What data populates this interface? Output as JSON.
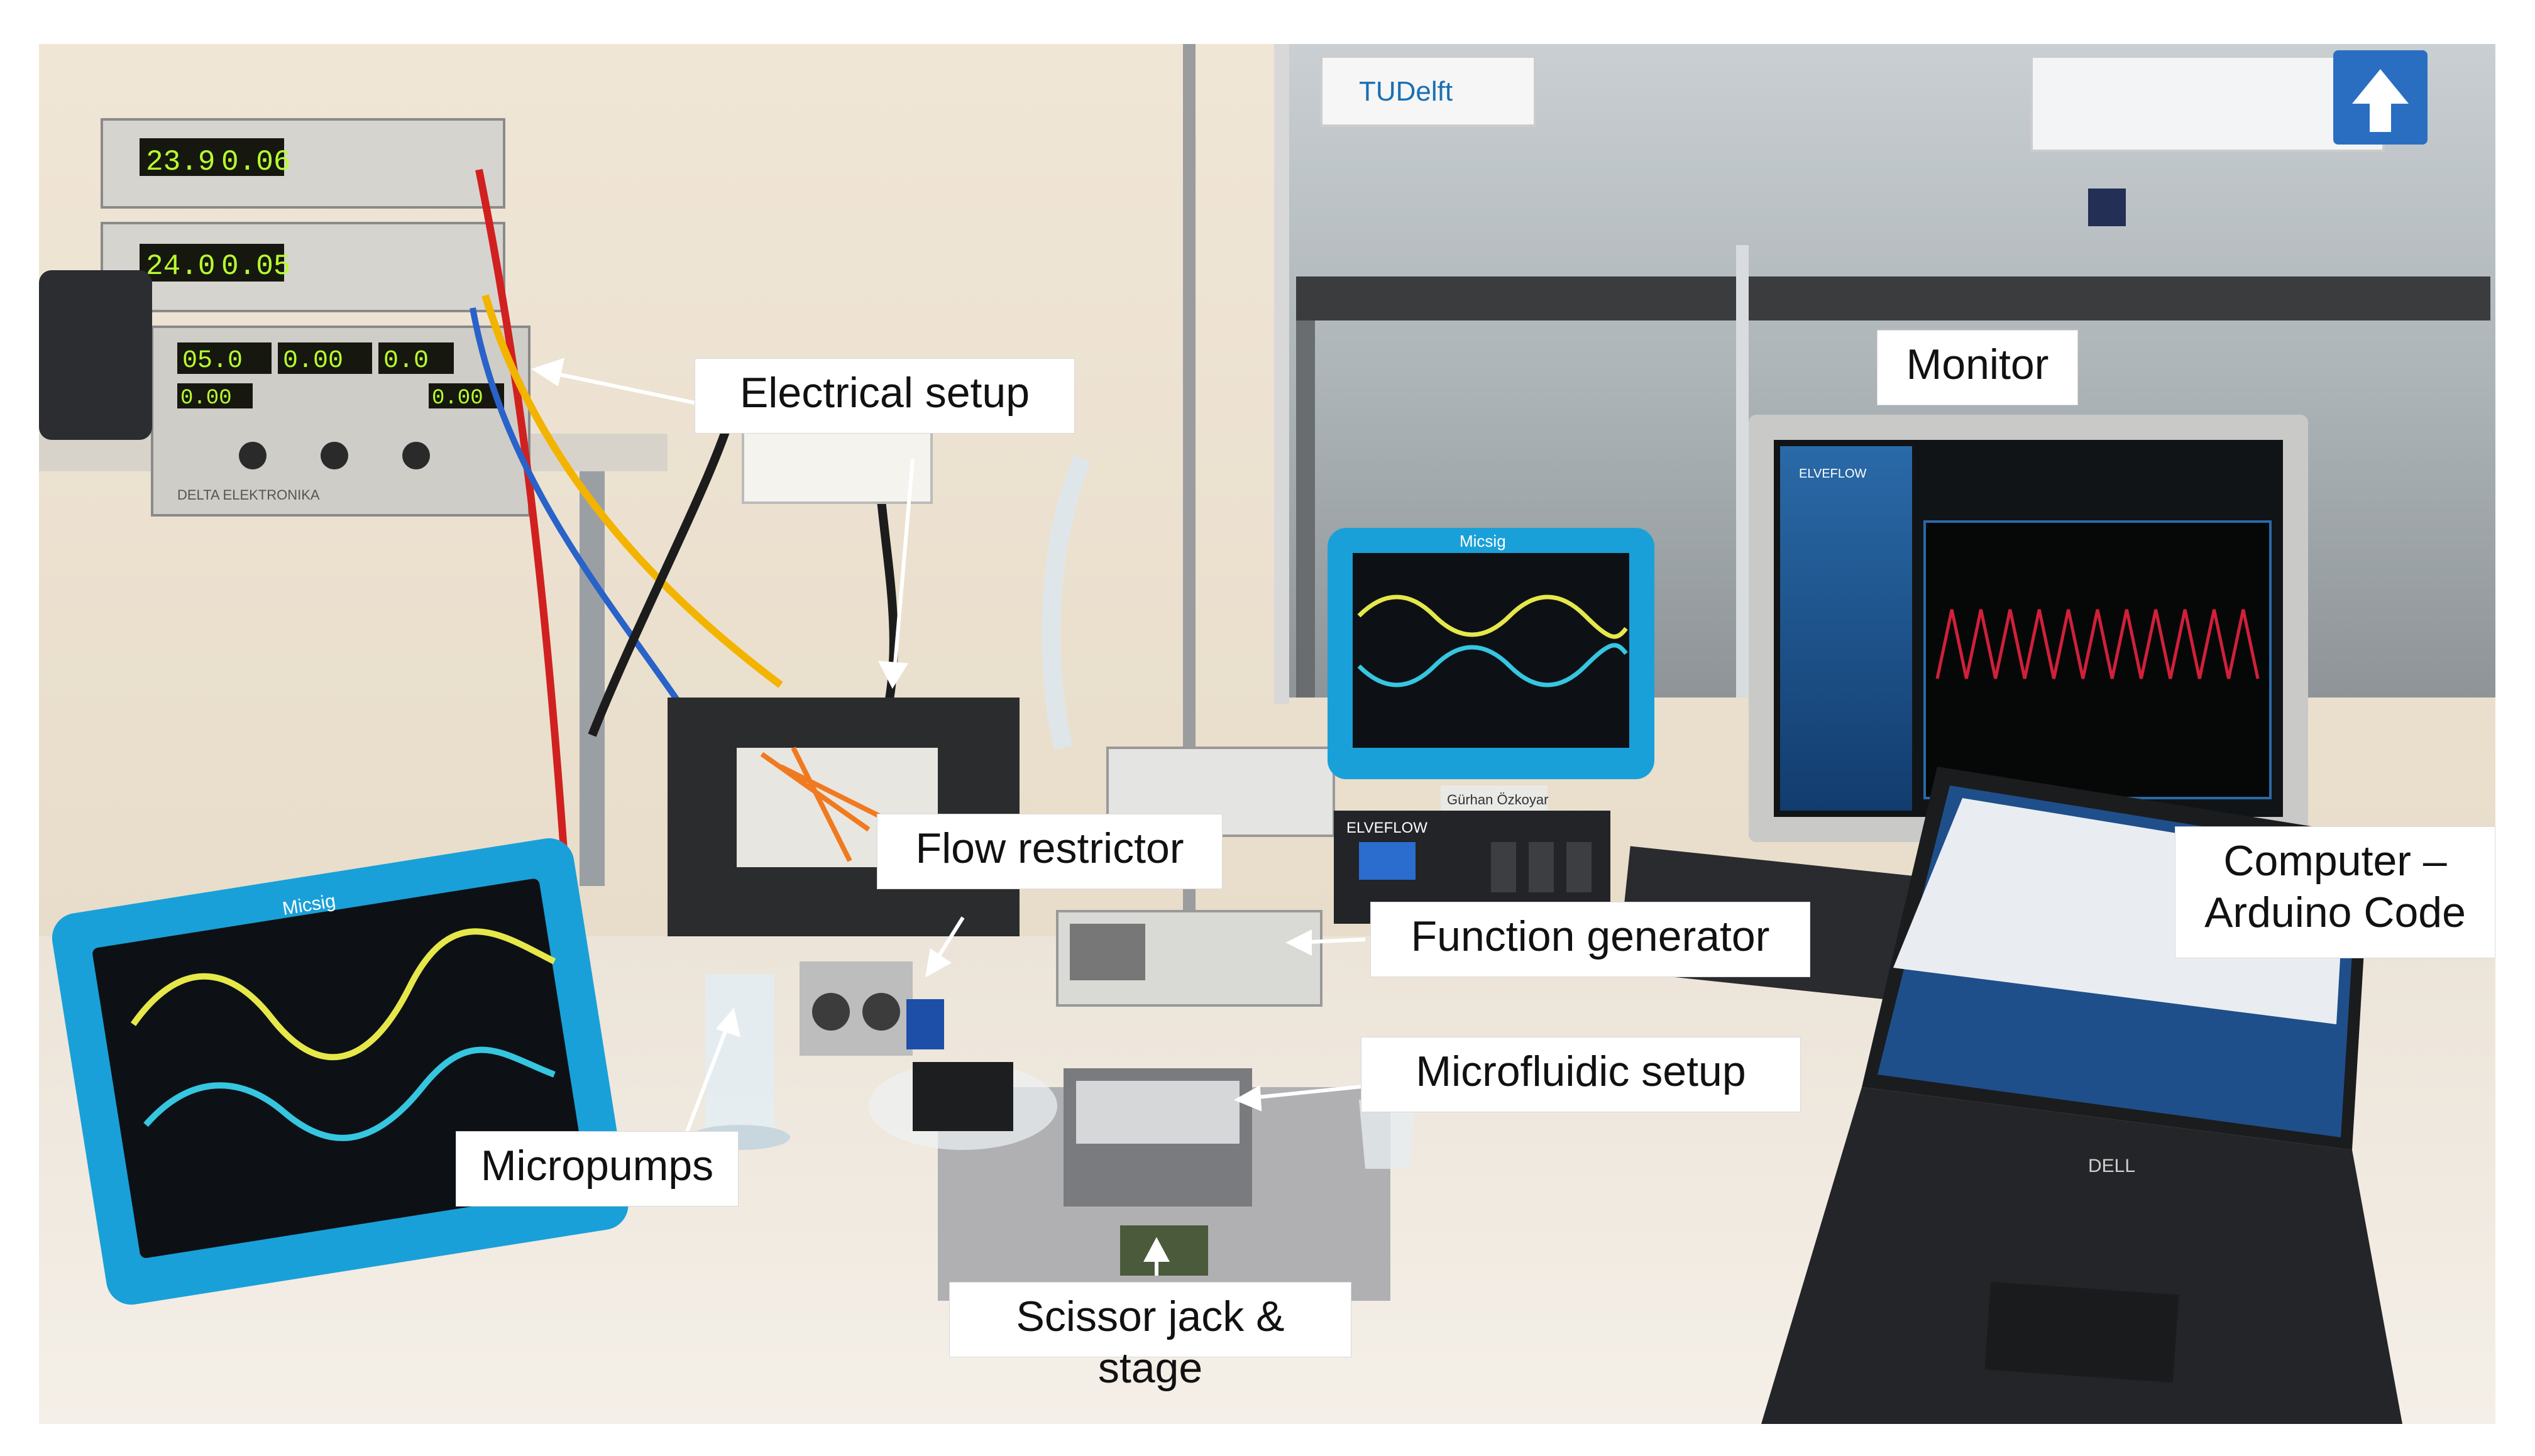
{
  "figure": {
    "labels": {
      "electrical_setup": "Electrical setup",
      "monitor": "Monitor",
      "flow_restrictor": "Flow restrictor",
      "function_generator": "Function generator",
      "computer": "Computer –\nArduino Code",
      "microfluidic_setup": "Microfluidic setup",
      "micropumps": "Micropumps",
      "scissor_jack": "Scissor jack & stage"
    },
    "screen_texts": {
      "scope_brand": "Micsig",
      "scope_brand_left": "Micsig",
      "tudelft": "TUDelft",
      "flow_brand": "ELVEFLOW",
      "nameplate": "Gürhan Özkoyar",
      "psu1_v": "23.9",
      "psu1_a": "0.06",
      "psu2_v": "24.0",
      "psu2_a": "0.05",
      "psu3_a": "05.0",
      "psu3_b": "0.00",
      "psu3_c": "0.0",
      "psu3_d": "0.00",
      "psu3_e": "0.00",
      "psu_maker": "DELTA ELEKTRONIKA",
      "laptop_brand": "DELL"
    },
    "colors": {
      "scope_frame": "#1aa0d8",
      "trace_yellow": "#e6e84a",
      "trace_cyan": "#36c6e0",
      "monitor_trace": "#d0203a",
      "psu_display": "#b8ff2e"
    }
  }
}
